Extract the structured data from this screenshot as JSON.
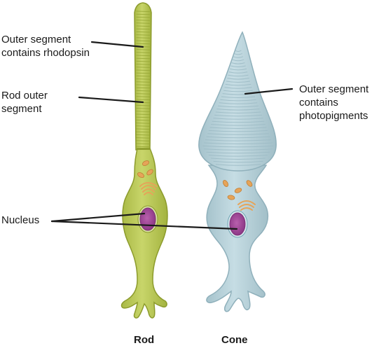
{
  "labels": {
    "rod_outer_segment_contents": [
      "Outer segment",
      "contains rhodopsin"
    ],
    "rod_outer_segment": [
      "Rod outer",
      "segment"
    ],
    "cone_outer_segment_contents": [
      "Outer segment",
      "contains",
      "photopigments"
    ],
    "nucleus": "Nucleus"
  },
  "captions": {
    "rod": "Rod",
    "cone": "Cone"
  },
  "colors": {
    "rod_body": "#bccb5a",
    "rod_outline": "#8c9b2c",
    "rod_segment_dark": "#a6b640",
    "cone_body": "#b9d4dc",
    "cone_outline": "#8fb0bb",
    "cone_segment": "#a9c7d0",
    "nucleus": "#a64a9c",
    "nucleus_dark": "#7c2f78",
    "mitochondria": "#e6a459",
    "leader_line": "#1a1a1a"
  }
}
